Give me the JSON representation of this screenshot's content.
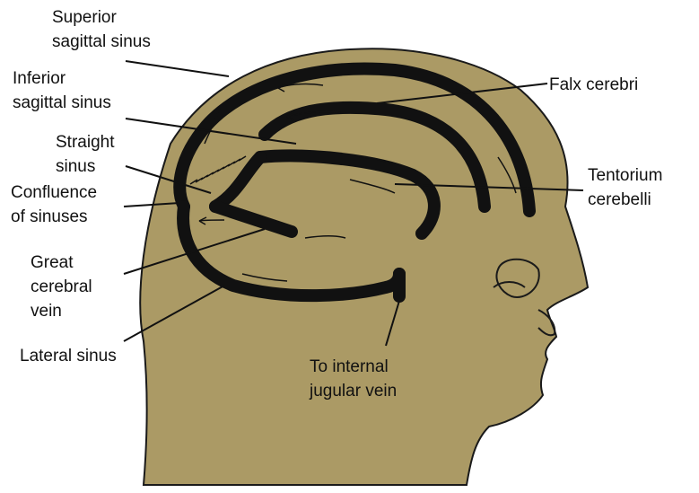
{
  "colors": {
    "skin": "#ab9a65",
    "outline": "#1a1a1a",
    "sinus": "#111111",
    "background": "#ffffff"
  },
  "labels": {
    "superior_sagittal_sinus": [
      "Superior",
      "sagittal sinus"
    ],
    "inferior_sagittal_sinus": [
      "Inferior",
      "sagittal sinus"
    ],
    "straight_sinus": [
      "Straight",
      "sinus"
    ],
    "confluence_of_sinuses": [
      "Confluence",
      "of sinuses"
    ],
    "great_cerebral_vein": [
      "Great",
      "cerebral",
      "vein"
    ],
    "lateral_sinus": [
      "Lateral sinus"
    ],
    "to_internal_jugular_vein": [
      "To internal",
      "jugular vein"
    ],
    "falx_cerebri": [
      "Falx cerebri"
    ],
    "tentorium_cerebelli": [
      "Tentorium",
      "cerebelli"
    ]
  }
}
